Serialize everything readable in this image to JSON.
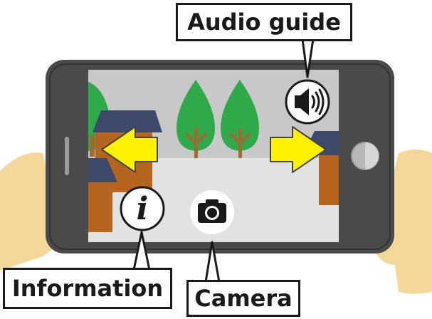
{
  "callouts": {
    "audio_guide": "Audio guide",
    "information": "Information",
    "camera": "Camera"
  },
  "buttons": {
    "audio": {
      "icon": "speaker-icon"
    },
    "info": {
      "icon": "info-icon",
      "glyph": "i"
    },
    "camera": {
      "icon": "camera-icon"
    },
    "prev": {
      "icon": "arrow-left-icon"
    },
    "next": {
      "icon": "arrow-right-icon"
    }
  },
  "colors": {
    "phone_body": "#4a4a4a",
    "screen_bg": "#c8c8c8",
    "ground": "#e0e0e0",
    "tree": "#2faa4a",
    "trunk": "#a06a30",
    "house_roof": "#3e4a6b",
    "house_wall": "#b5651d",
    "arrow": "#fff200",
    "hand": "#f6d79a"
  }
}
